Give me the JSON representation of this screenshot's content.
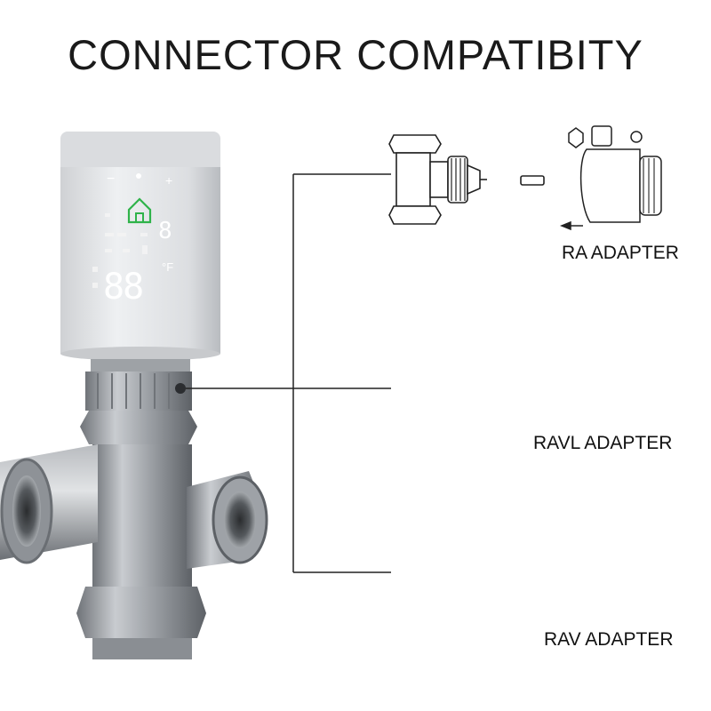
{
  "title": "CONNECTOR COMPATIBITY",
  "device": {
    "display": {
      "minus": "−",
      "plus": "+",
      "big_digits": "88",
      "side_digit": "8",
      "unit": "°F"
    }
  },
  "adapters": [
    {
      "label": "RA ADAPTER",
      "icon": "ra-adapter-drawing"
    },
    {
      "label": "RAVL ADAPTER",
      "icon": "ravl-adapter-drawing"
    },
    {
      "label": "RAV ADAPTER",
      "icon": "rav-adapter-drawing"
    }
  ],
  "colors": {
    "title": "#1a1a1a",
    "line": "#222222",
    "home_icon": "#2fb34a",
    "device_body": "#e6e7e9",
    "metal": "#8d9196"
  }
}
